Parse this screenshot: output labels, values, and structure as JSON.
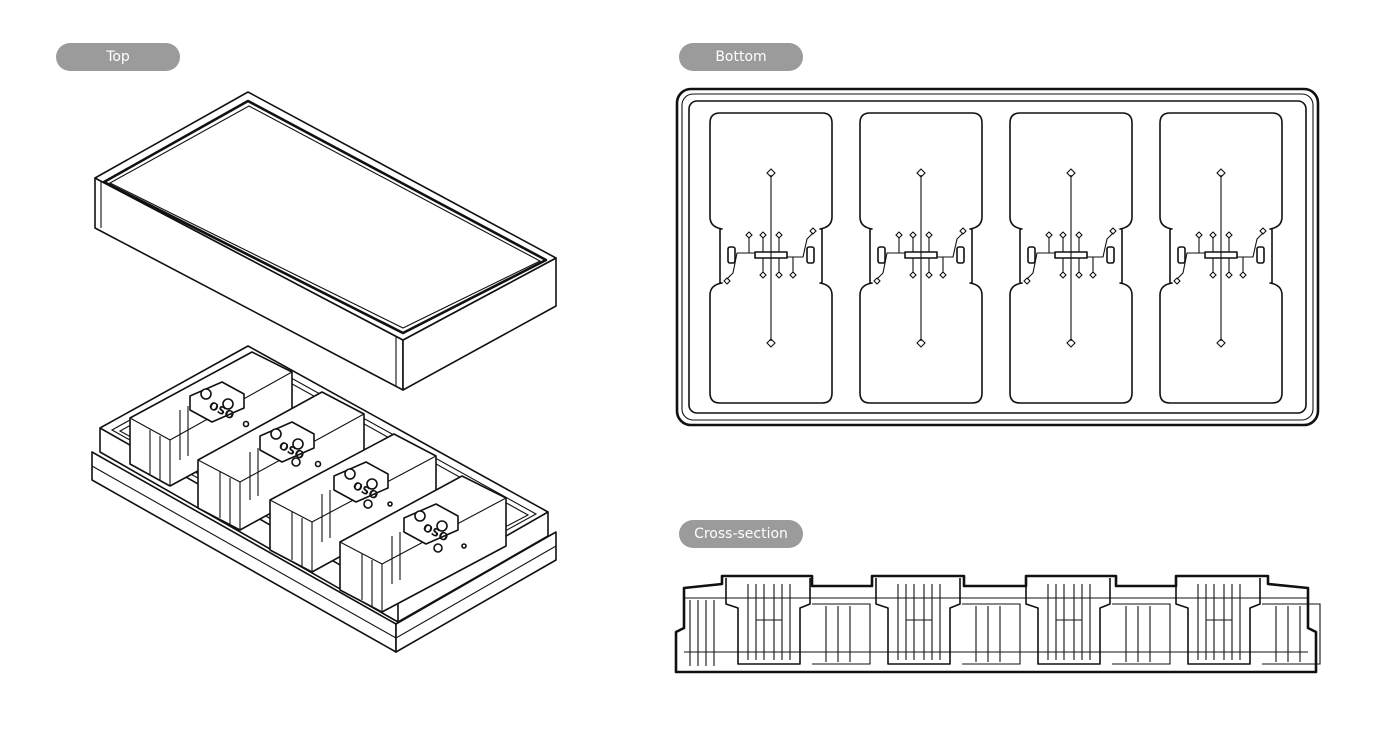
{
  "labels": {
    "top": "Top",
    "bottom": "Bottom",
    "cross_section": "Cross-section"
  },
  "chip_marking": "OSO",
  "colors": {
    "label_pill": "#9b9b9b",
    "line": "#111111",
    "background": "#ffffff"
  },
  "bottom_view": {
    "cavity_count": 4
  },
  "cross_section_view": {
    "cavity_count": 4
  }
}
